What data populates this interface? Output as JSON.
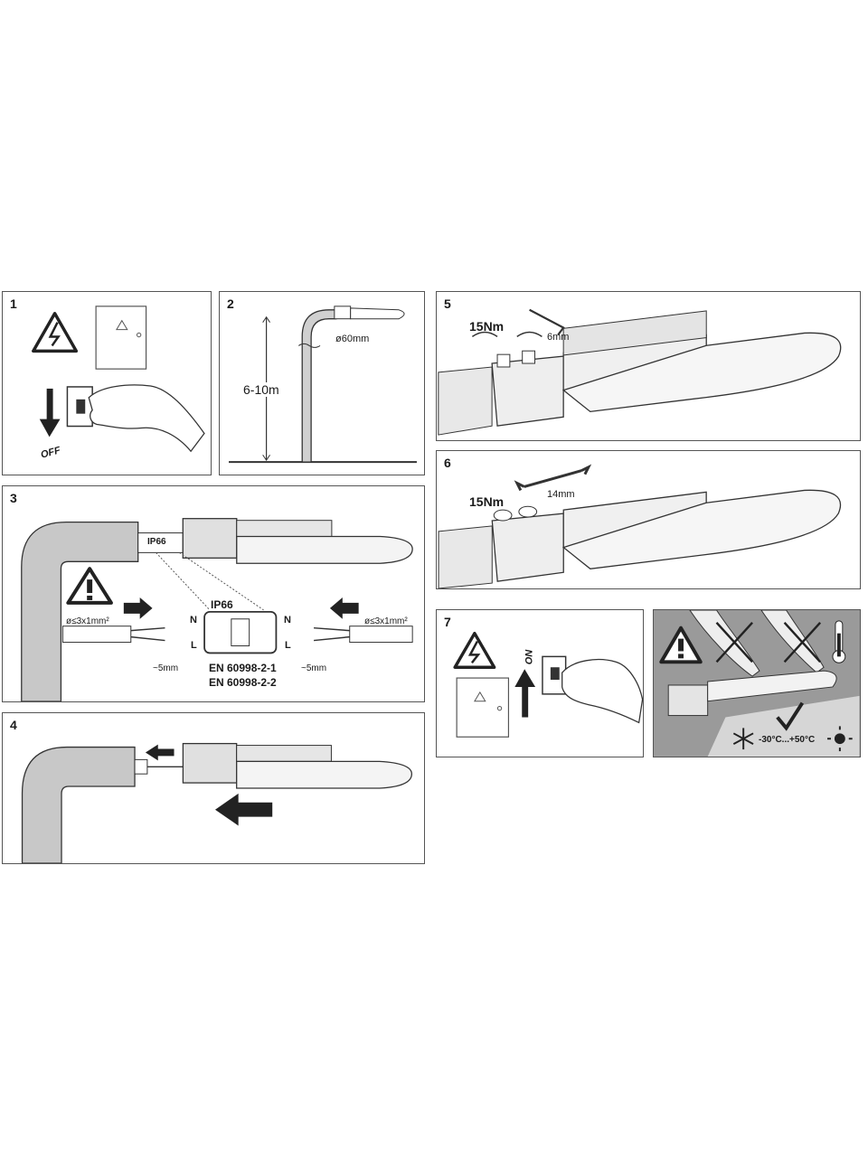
{
  "panels": {
    "p1": {
      "number": "1",
      "off_label": "OFF"
    },
    "p2": {
      "number": "2",
      "height_label": "6-10m",
      "diameter_label": "ø60mm"
    },
    "p3": {
      "number": "3",
      "ip_small": "IP66",
      "ip_box": "IP66",
      "wire_left": "ø≤3x1mm²",
      "wire_right": "ø≤3x1mm²",
      "strip_left": "~5mm",
      "strip_right": "~5mm",
      "n_left": "N",
      "l_left": "L",
      "n_right": "N",
      "l_right": "L",
      "std1": "EN 60998-2-1",
      "std2": "EN 60998-2-2"
    },
    "p4": {
      "number": "4"
    },
    "p5": {
      "number": "5",
      "torque": "15Nm",
      "tool_size": "6mm"
    },
    "p6": {
      "number": "6",
      "torque": "15Nm",
      "tool_size": "14mm"
    },
    "p7": {
      "number": "7",
      "on_label": "ON"
    },
    "p8": {
      "temp_range": "-30°C...+50°C"
    }
  },
  "icons": [
    "high-voltage-warning-icon",
    "warning-icon",
    "switch-icon",
    "hand-icon",
    "hex-key-icon",
    "wrench-icon",
    "thermometer-icon",
    "snowflake-icon",
    "sun-icon",
    "check-icon",
    "cross-icon"
  ],
  "colors": {
    "line": "#333333",
    "pole": "#c8c8c8",
    "dark_panel": "#9a9a9a"
  }
}
